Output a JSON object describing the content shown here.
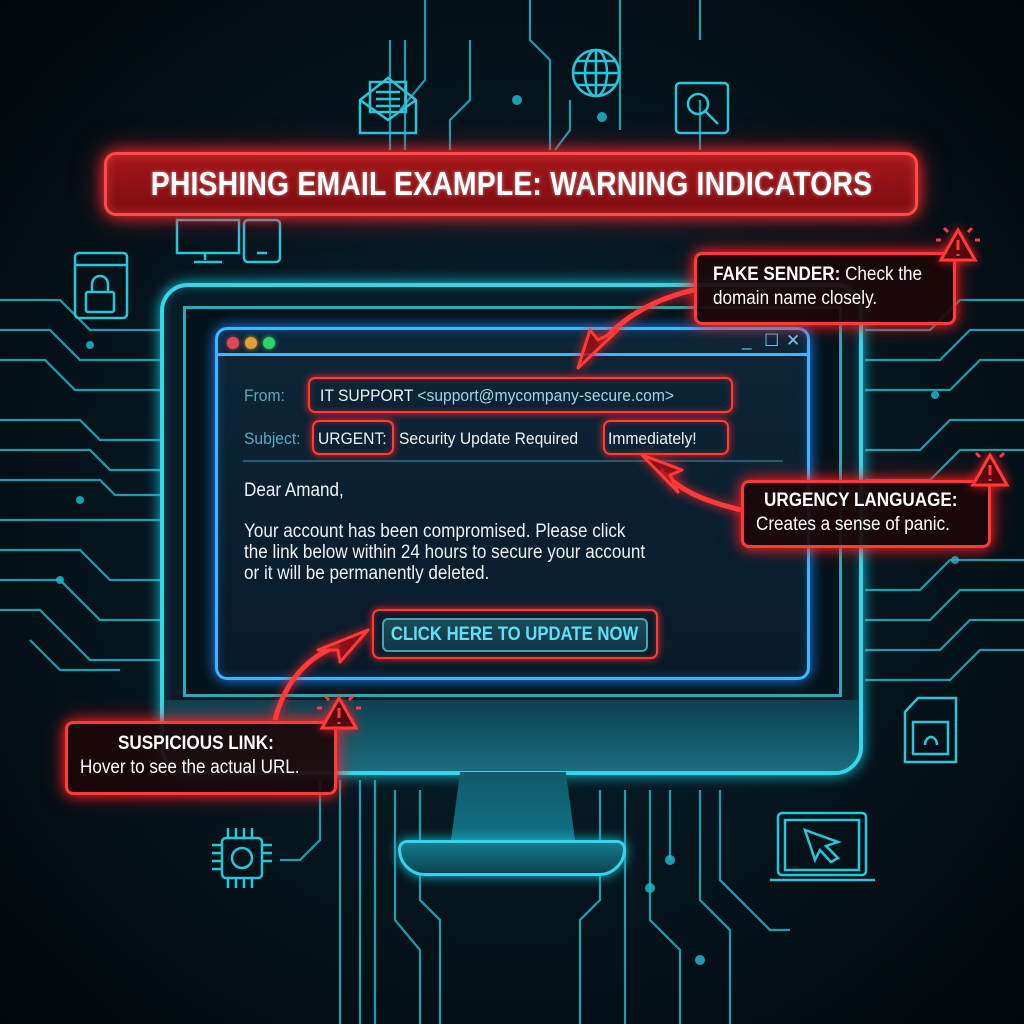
{
  "title": "PHISHING EMAIL EXAMPLE: WARNING INDICATORS",
  "colors": {
    "alert_red": "#ff3a3a",
    "neon_cyan": "#36d6e8",
    "neon_blue": "#3fb6ff",
    "background": "#061721"
  },
  "email": {
    "window_controls": {
      "traffic_lights": [
        "#e0465a",
        "#e0a13c",
        "#2ed16a"
      ],
      "minimize": "_",
      "maximize": "☐",
      "close": "✕"
    },
    "from_label": "From:",
    "from_name": "IT SUPPORT",
    "from_address": "<support@mycompany-secure.com>",
    "subject_label": "Subject:",
    "subject_urgent": "URGENT:",
    "subject_middle": "Security Update Required",
    "subject_end": "Immediately!",
    "greeting": "Dear Amand,",
    "body_lines": [
      "Your account has been compromised. Please click",
      "the link below within 24 hours to secure your account",
      "or it will be permanently deleted."
    ],
    "cta_label": "CLICK HERE TO UPDATE NOW"
  },
  "callouts": {
    "fake_sender": {
      "heading": "FAKE SENDER:",
      "text_line1": "Check the",
      "text_line2": "domain name closely."
    },
    "urgency": {
      "heading": "URGENCY LANGUAGE:",
      "text": "Creates a sense of panic."
    },
    "suspicious_link": {
      "heading": "SUSPICIOUS LINK:",
      "text": "Hover to see the actual URL."
    }
  },
  "decorative_icons": [
    "envelope-icon",
    "globe-icon",
    "magnifier-icon",
    "desktop-icon",
    "smartphone-icon",
    "browser-lock-icon",
    "document-user-icon",
    "laptop-cursor-icon",
    "cpu-chip-icon",
    "warning-triangle-icon"
  ]
}
